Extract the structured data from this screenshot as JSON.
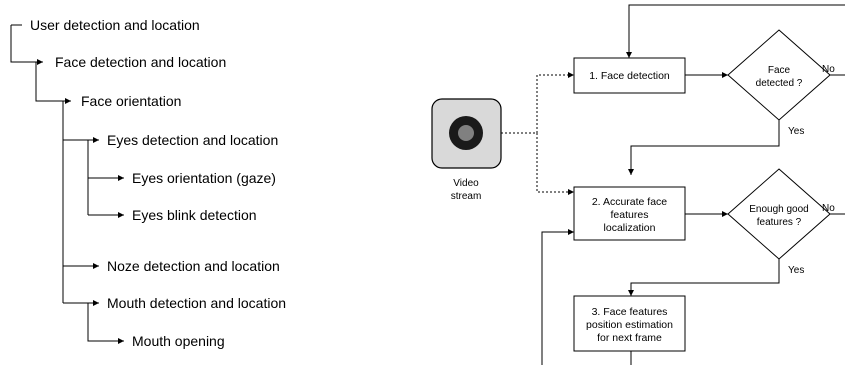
{
  "tree": {
    "items": [
      {
        "label": "User detection and location"
      },
      {
        "label": "Face detection and location"
      },
      {
        "label": "Face orientation"
      },
      {
        "label": "Eyes detection and location"
      },
      {
        "label": "Eyes orientation (gaze)"
      },
      {
        "label": "Eyes blink detection"
      },
      {
        "label": "Noze detection and location"
      },
      {
        "label": "Mouth detection and location"
      },
      {
        "label": "Mouth opening"
      }
    ]
  },
  "flowchart": {
    "source": {
      "label_line1": "Video",
      "label_line2": "stream"
    },
    "step1": {
      "label": "1. Face detection"
    },
    "decision1": {
      "line1": "Face",
      "line2": "detected ?",
      "no_label": "No",
      "yes_label": "Yes"
    },
    "step2": {
      "line1": "2. Accurate face",
      "line2": "features",
      "line3": "localization"
    },
    "decision2": {
      "line1": "Enough good",
      "line2": "features ?",
      "no_label": "No",
      "yes_label": "Yes"
    },
    "step3": {
      "line1": "3. Face features",
      "line2": "position estimation",
      "line3": "for next frame"
    }
  },
  "colors": {
    "line": "#000000",
    "camera_body": "#d9d9d9",
    "lens_outer": "#1a1a1a",
    "lens_inner": "#808080"
  }
}
